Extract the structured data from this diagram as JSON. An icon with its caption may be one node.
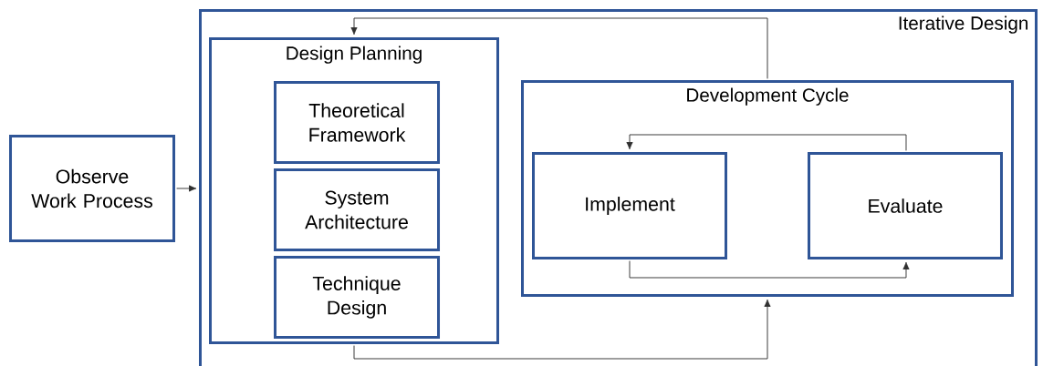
{
  "diagram": {
    "nodes": [
      {
        "text": [
          "Observe Work Process"
        ]
      },
      {
        "text": [
          "Iterative Design"
        ]
      },
      {
        "text": [
          "Design Planning"
        ],
        "in": 1
      },
      {
        "text": [
          "Theoretical Framework"
        ],
        "in": 2
      },
      {
        "text": [
          "System Architecture"
        ],
        "in": 2
      },
      {
        "text": [
          "Technique Design"
        ],
        "in": 2
      },
      {
        "text": [
          "Development Cycle"
        ],
        "in": 1
      },
      {
        "text": [
          "Implement"
        ],
        "in": 6
      },
      {
        "text": [
          "Evaluate"
        ],
        "in": 6
      }
    ],
    "edges": [
      {
        "from": 0,
        "to": 1,
        "arrow": "to"
      },
      {
        "from": 6,
        "to": 2,
        "arrow": "to"
      },
      {
        "from": 2,
        "to": 6,
        "arrow": "to"
      },
      {
        "from": 8,
        "to": 7,
        "arrow": "to"
      },
      {
        "from": 7,
        "to": 8,
        "arrow": "to"
      }
    ]
  }
}
